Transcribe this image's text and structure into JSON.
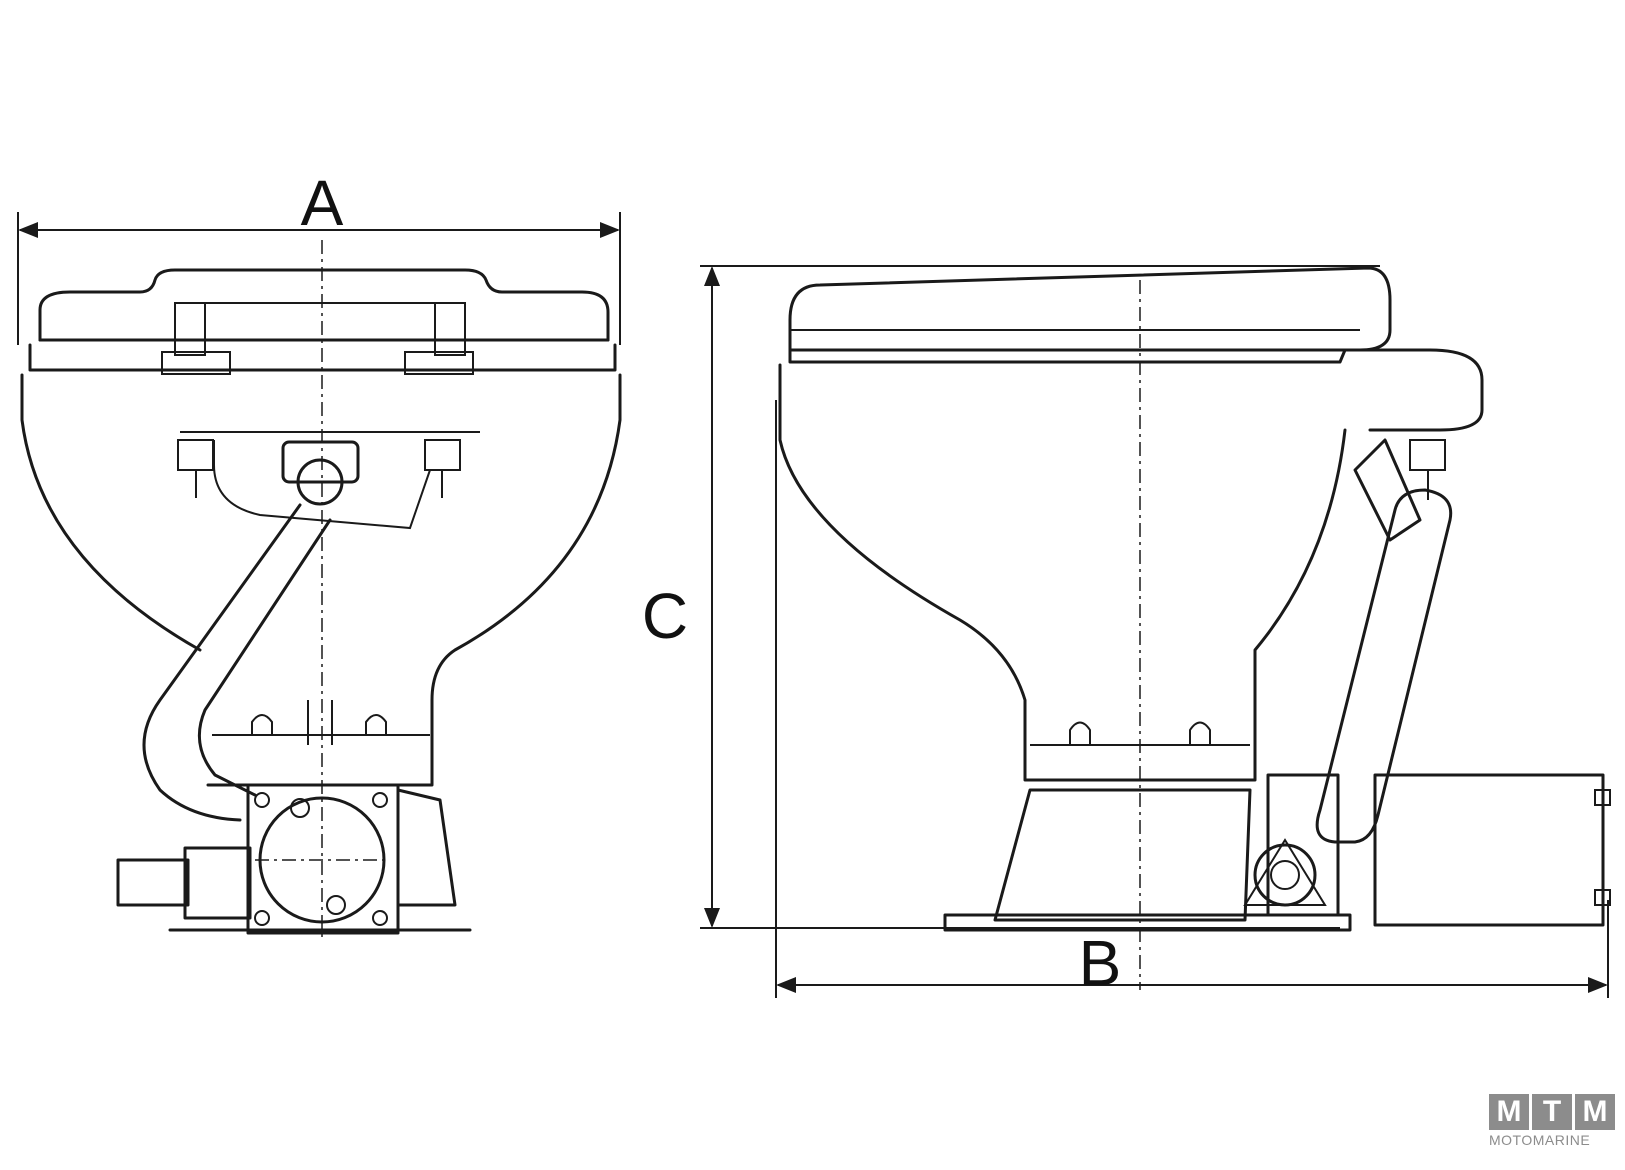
{
  "diagram": {
    "dimension_labels": {
      "width_front": "A",
      "length_side": "B",
      "height_side": "C"
    }
  },
  "logo": {
    "letters": [
      "M",
      "T",
      "M"
    ],
    "name": "MOTOMARINE",
    "color": "#8c8c8c"
  }
}
